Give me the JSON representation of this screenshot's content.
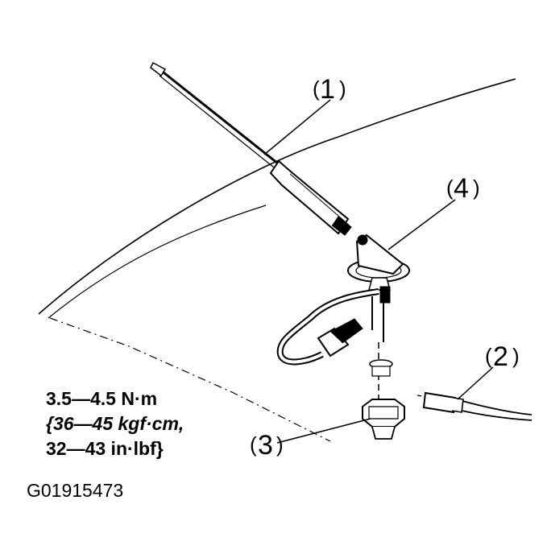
{
  "callouts": [
    {
      "id": "1",
      "label": "1"
    },
    {
      "id": "2",
      "label": "2"
    },
    {
      "id": "3",
      "label": "3"
    },
    {
      "id": "4",
      "label": "4"
    }
  ],
  "torque": {
    "line1": "3.5—4.5 N·m",
    "line2": "{36—45 kgf·cm,",
    "line3": "32—43 in·lbf}"
  },
  "figure_id": "G01915473"
}
